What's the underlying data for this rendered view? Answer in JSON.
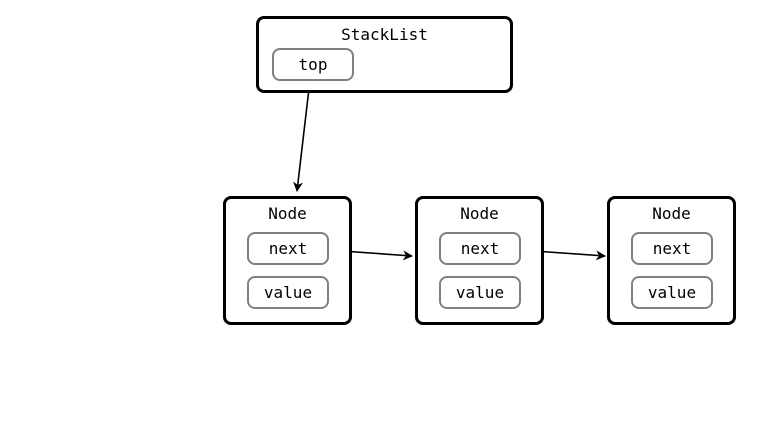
{
  "stack_list": {
    "title": "StackList",
    "field": "top"
  },
  "nodes": [
    {
      "title": "Node",
      "fields": [
        "next",
        "value"
      ]
    },
    {
      "title": "Node",
      "fields": [
        "next",
        "value"
      ]
    },
    {
      "title": "Node",
      "fields": [
        "next",
        "value"
      ]
    }
  ]
}
